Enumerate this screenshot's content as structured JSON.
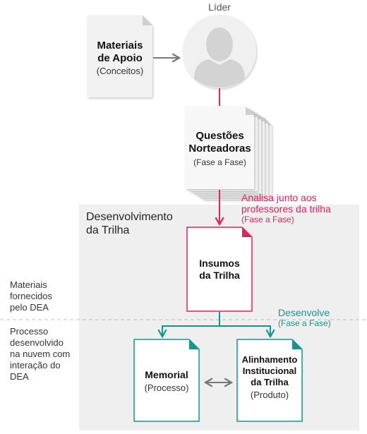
{
  "leader": {
    "label": "Líder",
    "icon": "user-silhouette-icon"
  },
  "support_materials": {
    "title_line1": "Materiais",
    "title_line2": "de Apoio",
    "subtitle": "(Conceitos)"
  },
  "guiding_questions": {
    "title_line1": "Questões",
    "title_line2": "Norteadoras",
    "subtitle": "(Fase a Fase)"
  },
  "analysis_note": {
    "line1": "Analisa junto aos",
    "line2": "professores da trilha",
    "line3": "(Fase a Fase)"
  },
  "track_development": {
    "title_line1": "Desenvolvimento",
    "title_line2": "da Trilha"
  },
  "track_inputs": {
    "title_line1": "Insumos",
    "title_line2": "da Trilha"
  },
  "develops_note": {
    "line1": "Desenvolve",
    "line2": "(Fase a Fase)"
  },
  "memorial": {
    "title": "Memorial",
    "subtitle": "(Processo)"
  },
  "alignment": {
    "title_line1": "Alinhamento",
    "title_line2": "Institucional",
    "title_line3": "da Trilha",
    "subtitle": "(Produto)"
  },
  "side_notes": {
    "materials_provided": [
      "Materiais",
      "fornecidos",
      "pelo DEA"
    ],
    "cloud_process": [
      "Processo",
      "desenvolvido",
      "na nuvem com",
      "interação do",
      "DEA"
    ]
  },
  "colors": {
    "pink": "#e0245e",
    "teal": "#13968c",
    "panel_bg": "#efefef",
    "doc_bg": "#f2f2f2",
    "arrow_gray": "#777777"
  }
}
